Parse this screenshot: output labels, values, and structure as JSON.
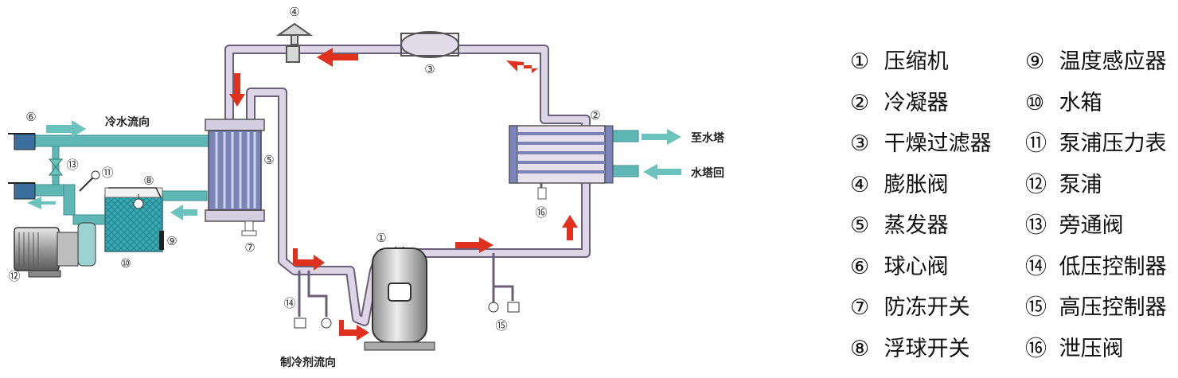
{
  "diagram": {
    "labels": {
      "cold_water_flow": "冷水流向",
      "to_tower": "至水塔",
      "tower_return": "水塔回",
      "refrigerant_flow": "制冷剂流向"
    },
    "callouts": [
      "①",
      "②",
      "③",
      "④",
      "⑤",
      "⑥",
      "⑦",
      "⑧",
      "⑨",
      "⑩",
      "⑪",
      "⑫",
      "⑬",
      "⑭",
      "⑮",
      "⑯"
    ],
    "colors": {
      "refrigerant_pipe": "#ddd6e6",
      "pipe_outline": "#6a5f78",
      "water_pipe": "#5fb7b5",
      "water_arrow": "#6cc3bd",
      "refrigerant_arrow": "#e0301e",
      "tank_water": "#3aa9b2",
      "component_gray": "#c9c9c9"
    }
  },
  "legend": {
    "left": [
      {
        "num": "①",
        "label": "压缩机"
      },
      {
        "num": "②",
        "label": "冷凝器"
      },
      {
        "num": "③",
        "label": "干燥过滤器"
      },
      {
        "num": "④",
        "label": "膨胀阀"
      },
      {
        "num": "⑤",
        "label": "蒸发器"
      },
      {
        "num": "⑥",
        "label": "球心阀"
      },
      {
        "num": "⑦",
        "label": "防冻开关"
      },
      {
        "num": "⑧",
        "label": "浮球开关"
      }
    ],
    "right": [
      {
        "num": "⑨",
        "label": "温度感应器"
      },
      {
        "num": "⑩",
        "label": "水箱"
      },
      {
        "num": "⑪",
        "label": "泵浦压力表"
      },
      {
        "num": "⑫",
        "label": "泵浦"
      },
      {
        "num": "⑬",
        "label": "旁通阀"
      },
      {
        "num": "⑭",
        "label": "低压控制器"
      },
      {
        "num": "⑮",
        "label": "高压控制器"
      },
      {
        "num": "⑯",
        "label": "泄压阀"
      }
    ]
  }
}
